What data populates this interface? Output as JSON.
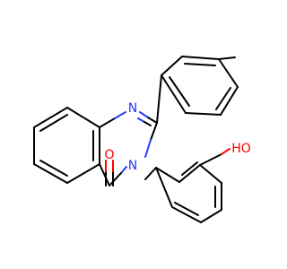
{
  "molecule": {
    "atom_labels": {
      "n1": "N",
      "n3": "N",
      "oh": "HO",
      "carbonyl_o": "O"
    },
    "colors": {
      "bond": "#000000",
      "nitrogen": "#1f3cff",
      "oxygen": "#ff0000",
      "background": "#ffffff"
    }
  }
}
